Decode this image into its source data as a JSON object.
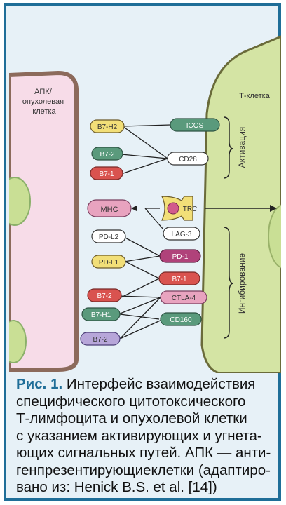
{
  "diagram": {
    "apc_label": [
      "АПК/",
      "опухолевая",
      "клетка"
    ],
    "tcell_label": "Т-клетка",
    "group_activation": "Активация",
    "group_inhibition": "Ингибирование",
    "apc_molecules": [
      "B7-H2",
      "B7-2",
      "B7-1",
      "MHC",
      "PD-L2",
      "PD-L1",
      "B7-2",
      "B7-H1",
      "B7-2"
    ],
    "t_molecules": [
      "ICOS",
      "CD28",
      "TRC",
      "LAG-3",
      "PD-1",
      "B7-1",
      "CTLA-4",
      "CD160"
    ],
    "colors": {
      "apc_cell": "#f7dce8",
      "apc_membrane": "#8c6a5b",
      "t_cell": "#d4e4a4",
      "nucleus": "#c9df95",
      "yellow": "#f2df78",
      "green": "#5a9a7c",
      "red": "#d9534f",
      "pink": "#e8a3bf",
      "lavender": "#b7a6d9",
      "frame": "#1f6e98"
    }
  },
  "caption": {
    "figure_label": "Рис. 1.",
    "lines": [
      "Интерфейс взаимодействия",
      "специфического цитотоксического",
      "Т-лимфоцита и опухолевой клетки",
      "с указанием активирующих и угнета-",
      "ющих сигнальных путей. АПК — анти-",
      "генпрезентирующиеклетки (адаптиро-",
      "вано из: Henick B.S. et al. [14])"
    ]
  }
}
